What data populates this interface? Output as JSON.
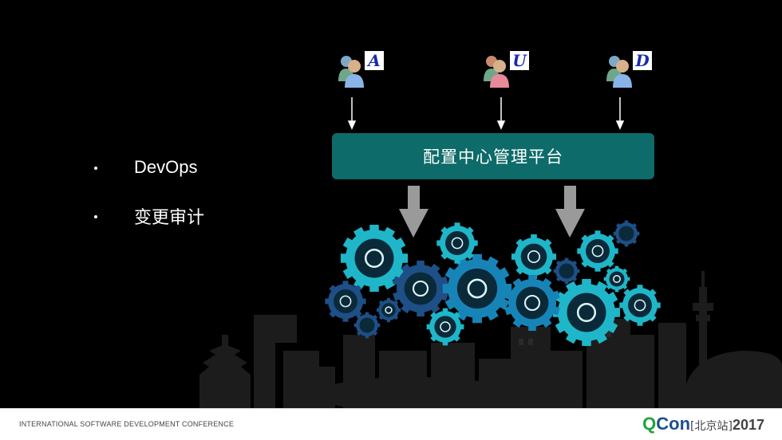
{
  "bullets": [
    {
      "text": "DevOps"
    },
    {
      "text": "变更审计"
    }
  ],
  "users": [
    {
      "letter": "A",
      "color": "#8ab4e8"
    },
    {
      "letter": "U",
      "color": "#e88a9a"
    },
    {
      "letter": "D",
      "color": "#8ab4e8"
    }
  ],
  "platform": {
    "label": "配置中心管理平台"
  },
  "gear_icons": [
    "lightbulb-icon",
    "clipboard-icon",
    "target-icon",
    "bar-chart-icon",
    "calendar-icon",
    "trophy-icon",
    "handshake-icon",
    "megaphone-icon",
    "puzzle-icon",
    "people-icon",
    "search-icon",
    "pencil-icon",
    "money-icon"
  ],
  "footer": {
    "conference": "INTERNATIONAL SOFTWARE DEVELOPMENT CONFERENCE",
    "brand_q": "Q",
    "brand_con": "Con",
    "brand_edition": "[北京站]",
    "brand_year": "2017"
  },
  "colors": {
    "platform": "#0d6b69",
    "gear_teal": "#1fb6c9",
    "gear_dark_blue": "#1e4f86",
    "arrow_gray": "#9a9a9a"
  }
}
